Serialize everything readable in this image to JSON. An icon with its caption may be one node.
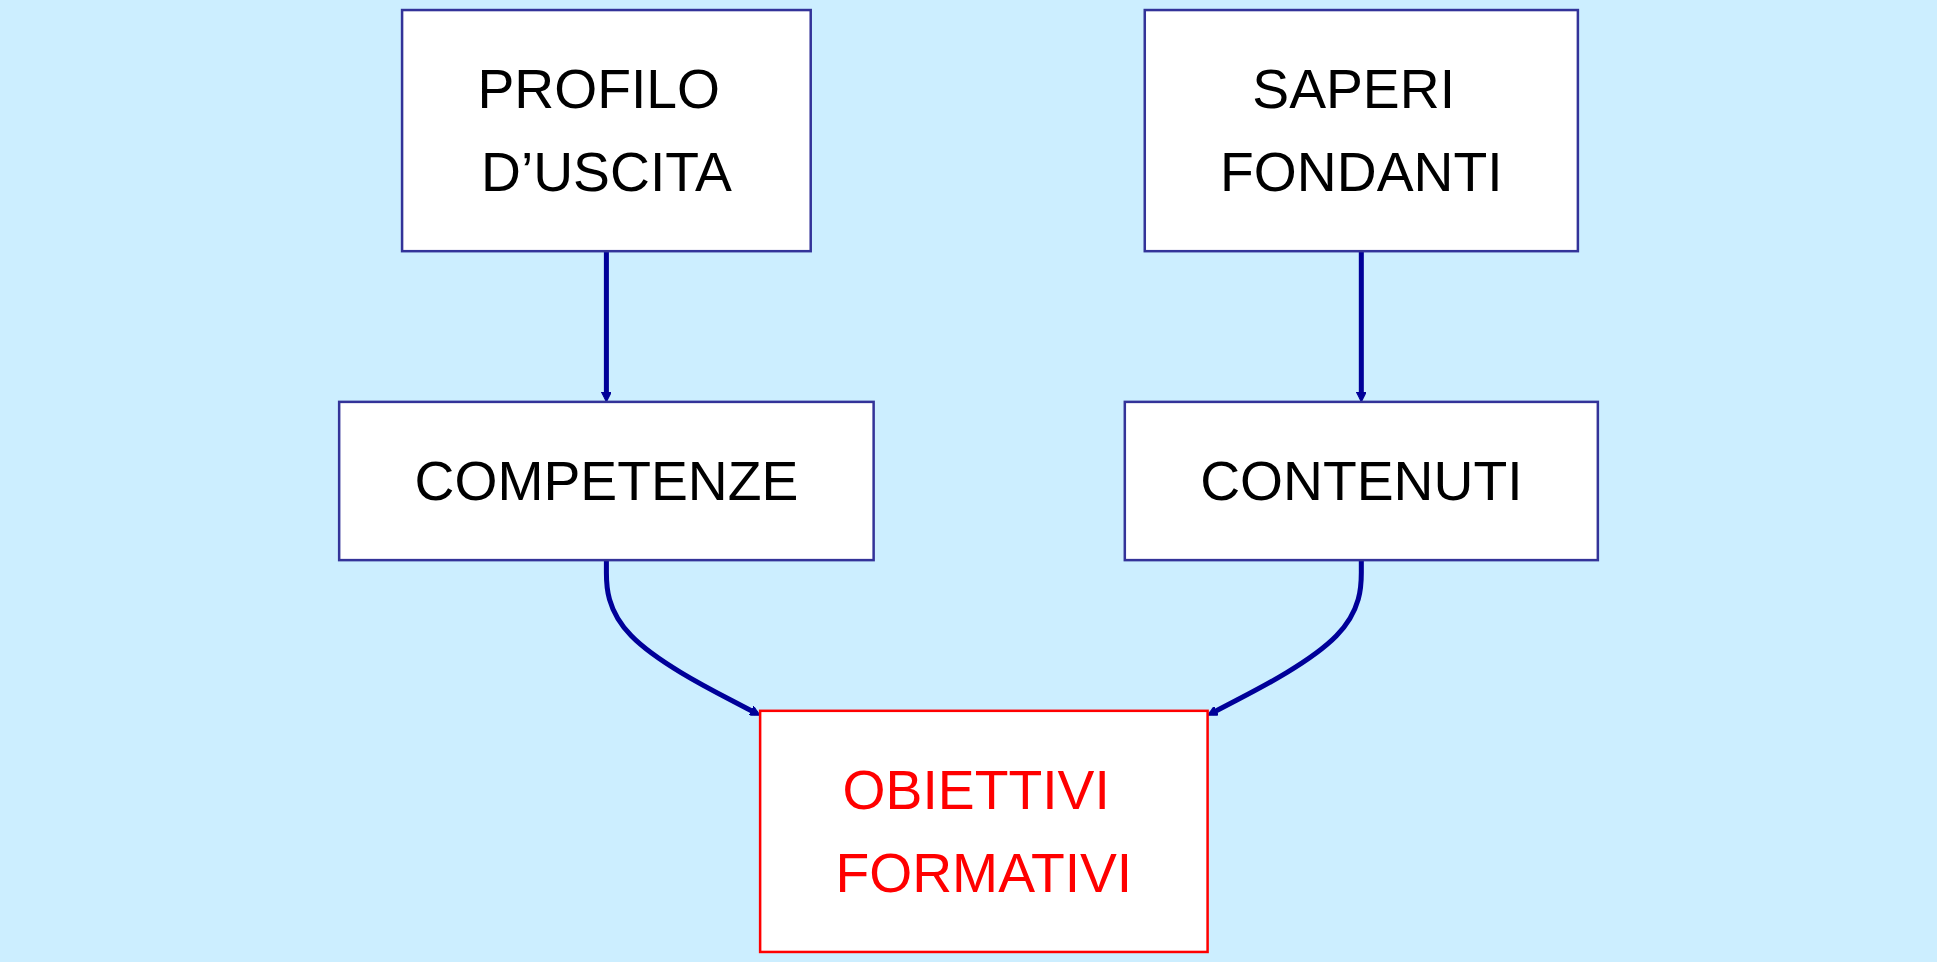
{
  "diagram": {
    "nodes": [
      {
        "text": [
          "PROFILO D’USCITA"
        ]
      },
      {
        "text": [
          "COMPETENZE"
        ]
      },
      {
        "text": [
          "SAPERI FONDANTI"
        ]
      },
      {
        "text": [
          "CONTENUTI"
        ]
      },
      {
        "text": [
          "OBIETTIVI FORMATIVI"
        ]
      }
    ],
    "edges": [
      {
        "from": 0,
        "to": 1,
        "arrow": "to"
      },
      {
        "from": 2,
        "to": 3,
        "arrow": "to"
      },
      {
        "from": 1,
        "to": 4,
        "arrow": "to"
      },
      {
        "from": 3,
        "to": 4,
        "arrow": "to"
      }
    ]
  }
}
